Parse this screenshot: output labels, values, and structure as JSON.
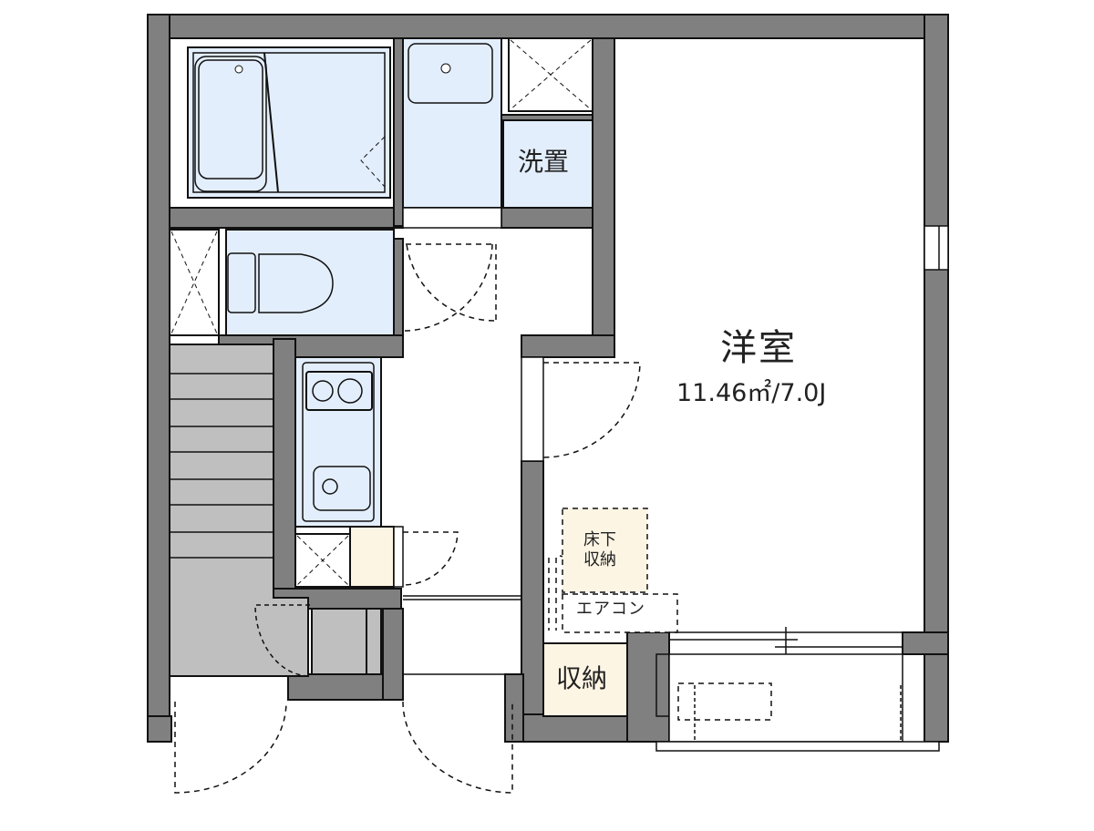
{
  "floorplan": {
    "rooms": {
      "western_room": {
        "name": "洋室",
        "area": "11.46㎡/7.0J"
      },
      "washer_space": {
        "label": "洗置"
      },
      "underfloor_storage": {
        "line1": "床下",
        "line2": "収納"
      },
      "air_conditioner": {
        "label": "エアコン"
      },
      "storage": {
        "label": "収納"
      }
    },
    "colors": {
      "wall": "#808080",
      "wet_area": "#e3eefc",
      "storage_fill": "#fdf5e4",
      "stairs": "#bfbfbf",
      "outline": "#111111",
      "background": "#ffffff"
    }
  }
}
